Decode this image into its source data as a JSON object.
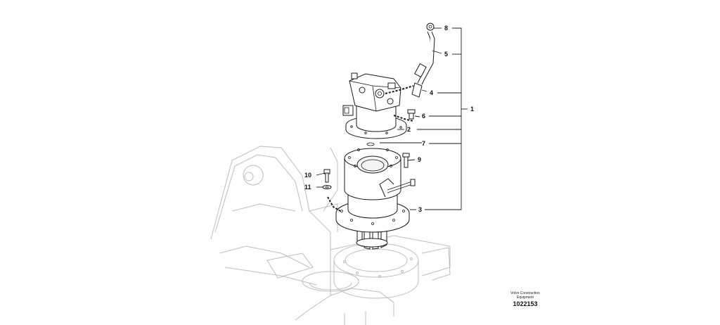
{
  "callouts": {
    "c1": "1",
    "c2": "2",
    "c3": "3",
    "c4": "4",
    "c5": "5",
    "c6": "6",
    "c7": "7",
    "c8": "8",
    "c9": "9",
    "c10": "10",
    "c11": "11"
  },
  "footer": {
    "brand_line1": "Volvo Construction",
    "brand_line2": "Equipment",
    "drawing_id": "1022153"
  }
}
